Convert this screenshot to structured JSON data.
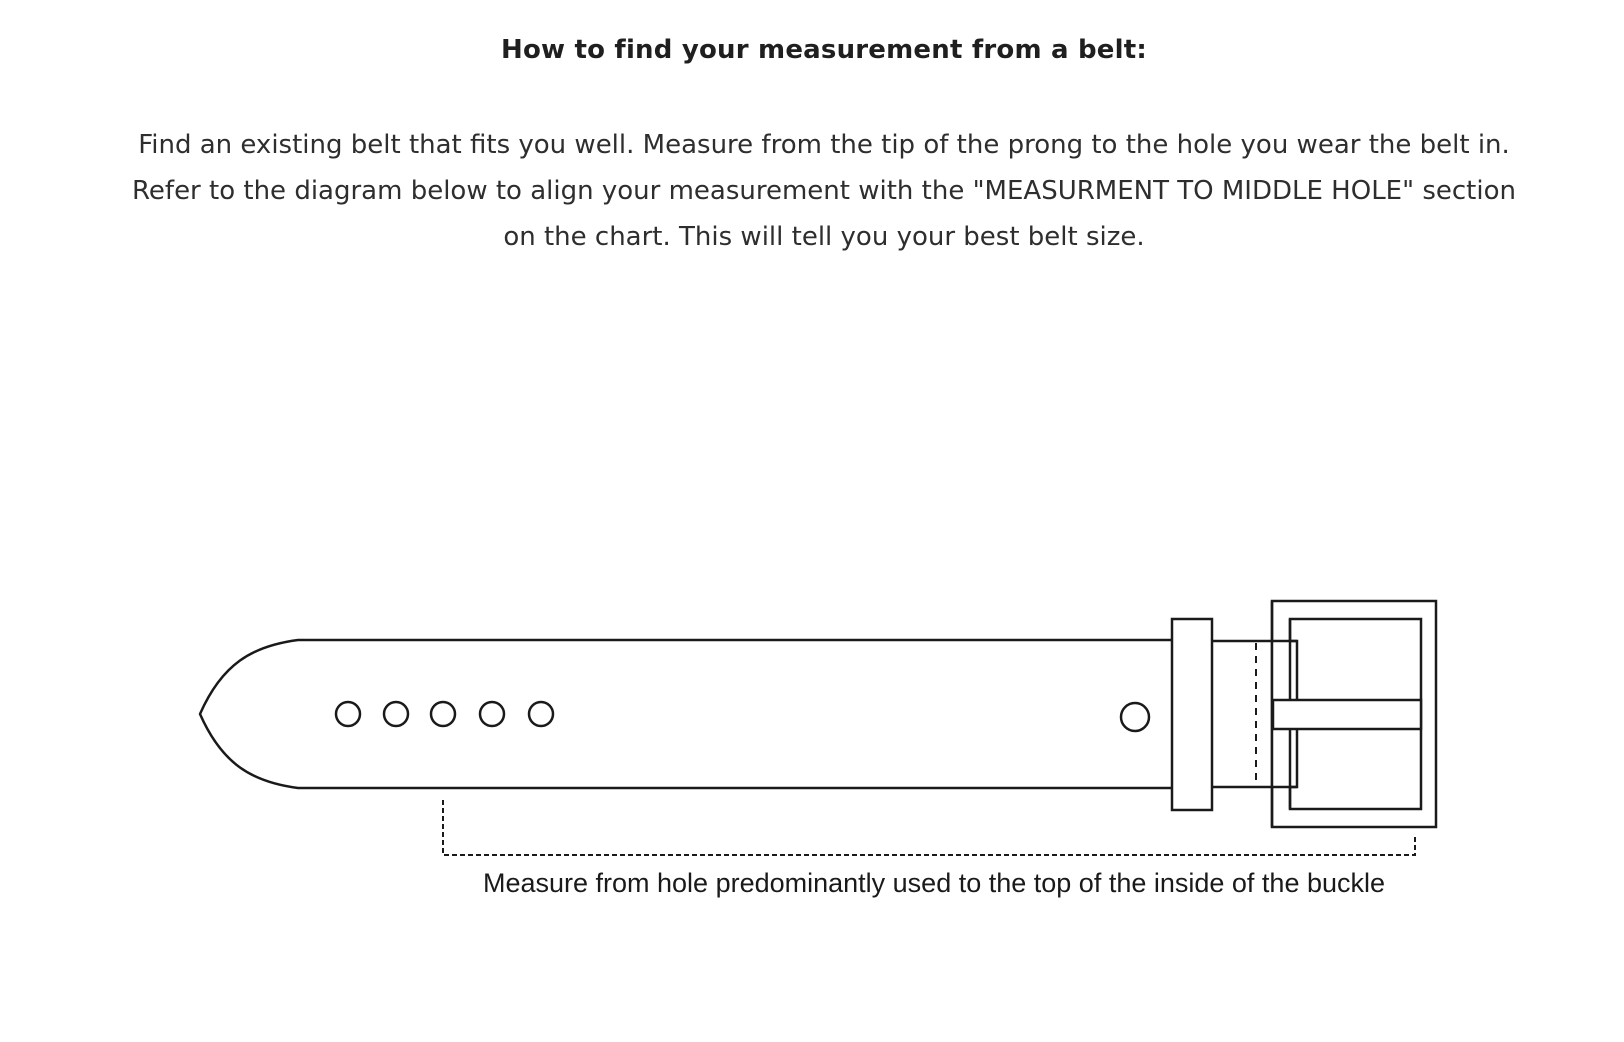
{
  "heading": "How to find your measurement from a belt:",
  "instructions": "Find an existing belt that fits you well. Measure from the tip of the prong to the hole you wear the belt in. Refer to the diagram below to align your measurement with the \"MEASURMENT TO MIDDLE HOLE\" section on the chart. This will tell you your best belt size.",
  "diagram": {
    "measurement_caption": "Measure from hole predominantly used to the top of the inside of the buckle"
  }
}
